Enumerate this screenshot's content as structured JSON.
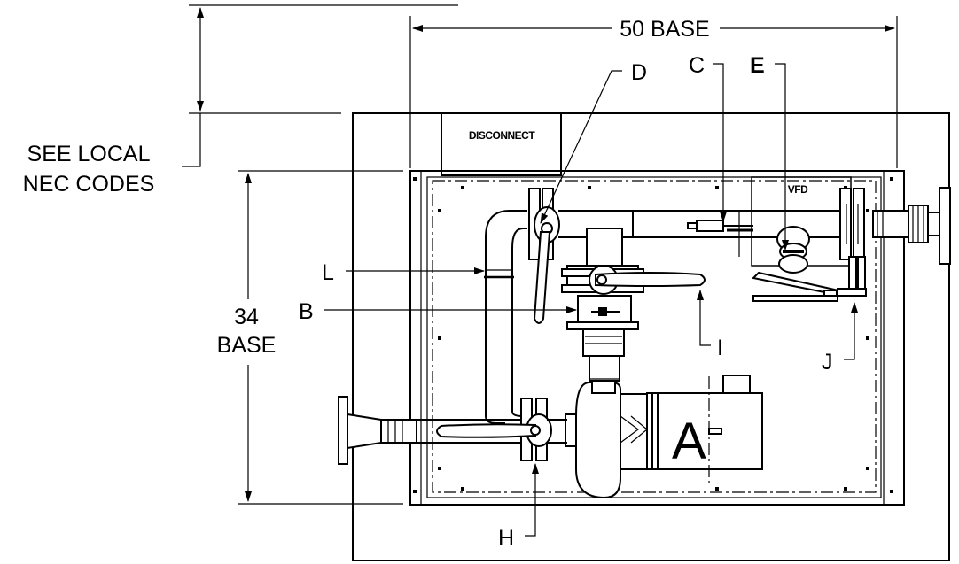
{
  "dimensions": {
    "width_label": "50 BASE",
    "height_label_line1": "34",
    "height_label_line2": "BASE",
    "clearance_note_line1": "SEE LOCAL",
    "clearance_note_line2": "NEC CODES"
  },
  "panels": {
    "disconnect": "DISCONNECT",
    "vfd": "VFD"
  },
  "callouts": {
    "A": "A",
    "B": "B",
    "C": "C",
    "D": "D",
    "E": "E",
    "H": "H",
    "I": "I",
    "J": "J",
    "L": "L"
  }
}
